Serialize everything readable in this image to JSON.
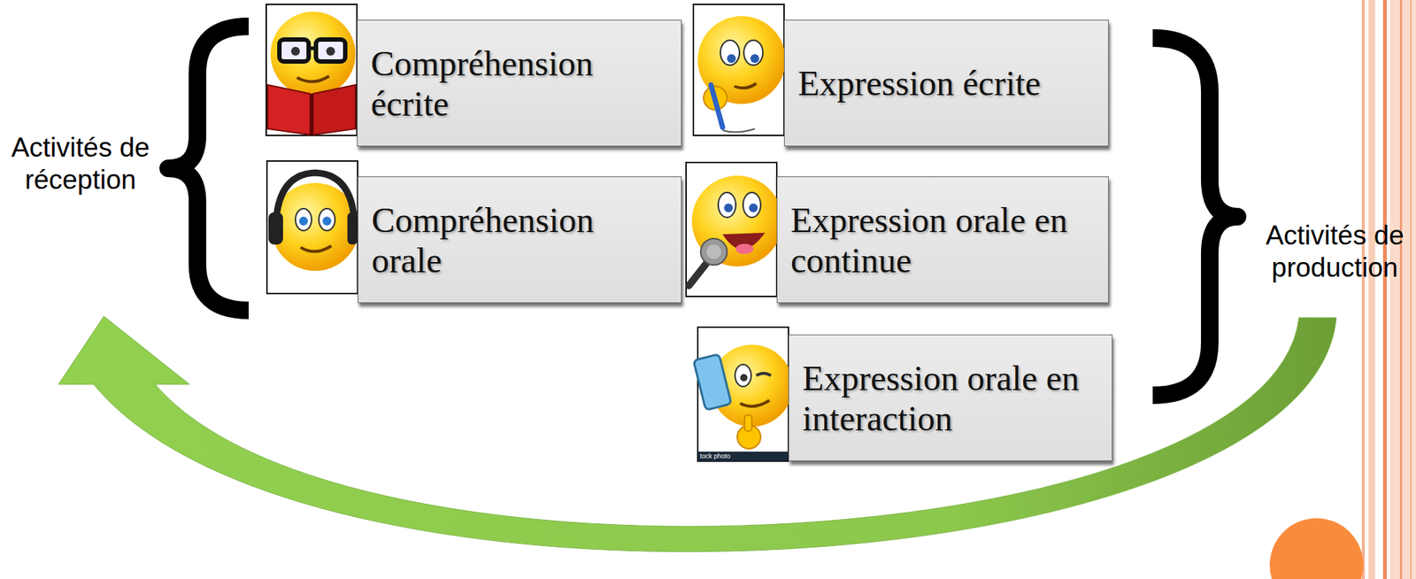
{
  "diagram": {
    "nodes": [
      {
        "text": [
          "Compréhension écrite"
        ]
      },
      {
        "text": [
          "Expression écrite"
        ]
      },
      {
        "text": [
          "Compréhension orale"
        ]
      },
      {
        "text": [
          "Expression orale en continue"
        ]
      },
      {
        "text": [
          "Expression orale en interaction"
        ]
      }
    ],
    "labels": [
      "Activités de réception",
      "Activités de production",
      "tock photo"
    ]
  }
}
